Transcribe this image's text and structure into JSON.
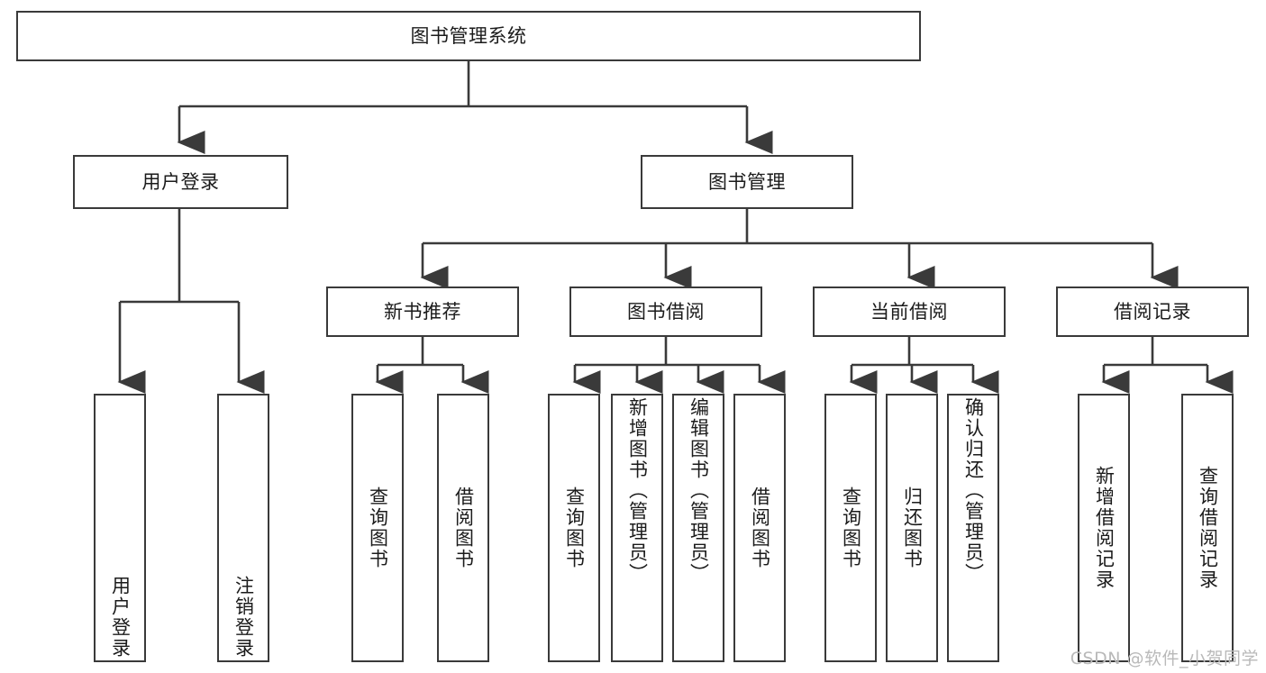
{
  "diagram": {
    "title": "图书管理系统",
    "type": "tree-hierarchy",
    "watermark": "CSDN @软件_小贺同学",
    "line_color": "#3a3a3a",
    "box_fill": "#ffffff",
    "text_color": "#1b1b1b",
    "watermark_color": "#b9b9b9"
  },
  "nodes": {
    "root": {
      "label": "图书管理系统"
    },
    "level1": [
      {
        "label": "用户登录"
      },
      {
        "label": "图书管理"
      }
    ],
    "level2": [
      {
        "label": "新书推荐"
      },
      {
        "label": "图书借阅"
      },
      {
        "label": "当前借阅"
      },
      {
        "label": "借阅记录"
      }
    ],
    "leaves": {
      "user_login": [
        {
          "label": "用户登录"
        },
        {
          "label": "注销登录"
        }
      ],
      "new_book_recommend": [
        {
          "label": "查询图书"
        },
        {
          "label": "借阅图书"
        }
      ],
      "book_borrow": [
        {
          "label": "查询图书"
        },
        {
          "label": "新增图书（管理员）"
        },
        {
          "label": "编辑图书（管理员）"
        },
        {
          "label": "借阅图书"
        }
      ],
      "current_borrow": [
        {
          "label": "查询图书"
        },
        {
          "label": "归还图书"
        },
        {
          "label": "确认归还（管理员）"
        }
      ],
      "borrow_record": [
        {
          "label": "新增借阅记录"
        },
        {
          "label": "查询借阅记录"
        }
      ]
    }
  }
}
